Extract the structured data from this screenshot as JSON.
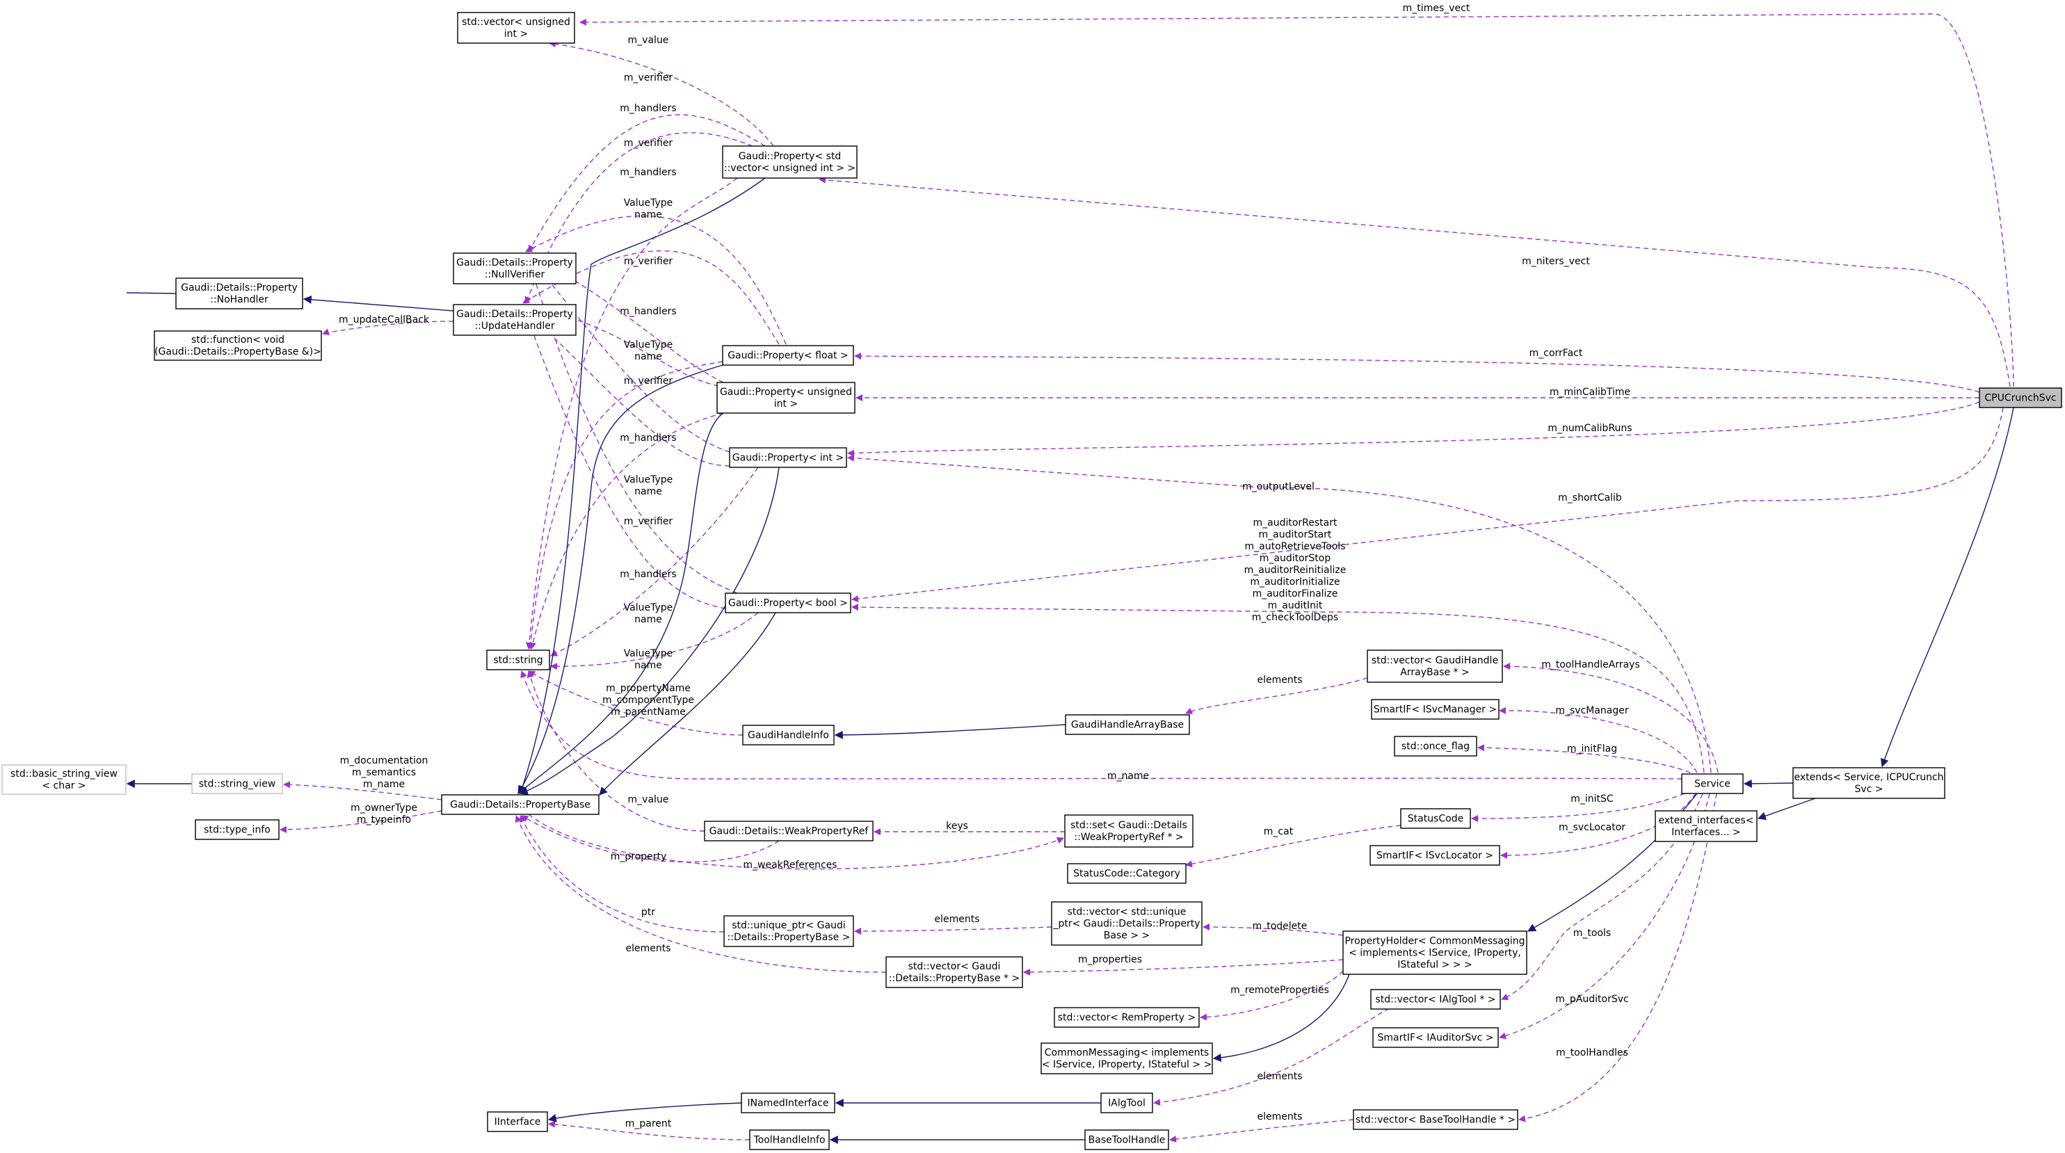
{
  "nodes": {
    "vec_uint": [
      "std::vector< unsigned",
      "int >"
    ],
    "prop_vec_uint": [
      "Gaudi::Property< std",
      "::vector< unsigned int > >"
    ],
    "null_verifier": [
      "Gaudi::Details::Property",
      "::NullVerifier"
    ],
    "nohandler": [
      "Gaudi::Details::Property",
      "::NoHandler"
    ],
    "update_handler": [
      "Gaudi::Details::Property",
      "::UpdateHandler"
    ],
    "std_function": [
      "std::function< void",
      "(Gaudi::Details::PropertyBase &)>"
    ],
    "prop_float": [
      "Gaudi::Property< float >"
    ],
    "prop_unsigned": [
      "Gaudi::Property< unsigned",
      "int >"
    ],
    "prop_int": [
      "Gaudi::Property< int >"
    ],
    "prop_bool": [
      "Gaudi::Property< bool >"
    ],
    "std_string": [
      "std::string"
    ],
    "basic_string_view": [
      "std::basic_string_view",
      "< char >"
    ],
    "string_view": [
      "std::string_view"
    ],
    "type_info": [
      "std::type_info"
    ],
    "property_base": [
      "Gaudi::Details::PropertyBase"
    ],
    "gaudi_handle_info": [
      "GaudiHandleInfo"
    ],
    "gaudi_handle_array_base": [
      "GaudiHandleArrayBase"
    ],
    "vec_gaudi_handle": [
      "std::vector< GaudiHandle",
      "ArrayBase * >"
    ],
    "smartif_svcmgr": [
      "SmartIF< ISvcManager >"
    ],
    "once_flag": [
      "std::once_flag"
    ],
    "weak_property_ref": [
      "Gaudi::Details::WeakPropertyRef"
    ],
    "set_weak": [
      "std::set< Gaudi::Details",
      "::WeakPropertyRef * >"
    ],
    "status_code": [
      "StatusCode"
    ],
    "status_code_category": [
      "StatusCode::Category"
    ],
    "smartif_svclocator": [
      "SmartIF< ISvcLocator >"
    ],
    "unique_ptr": [
      "std::unique_ptr< Gaudi",
      "::Details::PropertyBase >"
    ],
    "vec_unique_ptr": [
      "std::vector< std::unique",
      "_ptr< Gaudi::Details::Property",
      "Base > >"
    ],
    "vec_propbase_ptr": [
      "std::vector< Gaudi",
      "::Details::PropertyBase * >"
    ],
    "property_holder": [
      "PropertyHolder< CommonMessaging",
      "< implements< IService, IProperty,",
      "IStateful > > >"
    ],
    "vec_remproperty": [
      "std::vector< RemProperty >"
    ],
    "common_messaging": [
      "CommonMessaging< implements",
      "< IService, IProperty, IStateful > >"
    ],
    "vec_ialgtool": [
      "std::vector< IAlgTool * >"
    ],
    "smartif_auditor": [
      "SmartIF< IAuditorSvc >"
    ],
    "iinterface": [
      "IInterface"
    ],
    "inamed_interface": [
      "INamedInterface"
    ],
    "ialgtool": [
      "IAlgTool"
    ],
    "tool_handle_info": [
      "ToolHandleInfo"
    ],
    "base_tool_handle": [
      "BaseToolHandle"
    ],
    "vec_base_tool_handle": [
      "std::vector< BaseToolHandle * >"
    ],
    "service": [
      "Service"
    ],
    "extends": [
      "extends< Service, ICPUCrunch",
      "Svc >"
    ],
    "extend_interfaces": [
      "extend_interfaces<",
      "Interfaces... >"
    ],
    "cpucrunch": [
      "CPUCrunchSvc"
    ]
  },
  "edge_labels": {
    "m_times_vect": [
      "m_times_vect"
    ],
    "m_value": [
      "m_value"
    ],
    "vu_verifier": [
      "m_verifier"
    ],
    "vu_handlers": [
      "m_handlers"
    ],
    "f_verifier": [
      "m_verifier"
    ],
    "f_handlers": [
      "m_handlers"
    ],
    "vu_valuetype": [
      "ValueType",
      "name"
    ],
    "m_niters_vect": [
      "m_niters_vect"
    ],
    "un_verifier": [
      "m_verifier"
    ],
    "un_handlers": [
      "m_handlers"
    ],
    "m_updateCallBack": [
      "m_updateCallBack"
    ],
    "f_valuetype": [
      "ValueType",
      "name"
    ],
    "m_corrFact": [
      "m_corrFact"
    ],
    "i_verifier": [
      "m_verifier"
    ],
    "m_minCalibTime": [
      "m_minCalibTime"
    ],
    "i_handlers": [
      "m_handlers"
    ],
    "m_numCalibRuns": [
      "m_numCalibRuns"
    ],
    "un_valuetype": [
      "ValueType",
      "name"
    ],
    "m_outputLevel": [
      "m_outputLevel"
    ],
    "m_shortCalib": [
      "m_shortCalib"
    ],
    "b_verifier": [
      "m_verifier"
    ],
    "b_handlers": [
      "m_handlers"
    ],
    "bool_flags": [
      "m_auditorRestart",
      "m_auditorStart",
      "m_autoRetrieveTools",
      "m_auditorStop",
      "m_auditorReinitialize",
      "m_auditorInitialize",
      "m_auditorFinalize",
      "m_auditInit",
      "m_checkToolDeps"
    ],
    "i_valuetype": [
      "ValueType",
      "name"
    ],
    "b_valuetype": [
      "ValueType",
      "name"
    ],
    "m_toolHandleArrays": [
      "m_toolHandleArrays"
    ],
    "ghi_names": [
      "m_propertyName",
      "m_componentType",
      "m_parentName"
    ],
    "elements_gha": [
      "elements"
    ],
    "m_svcManager": [
      "m_svcManager"
    ],
    "m_initFlag": [
      "m_initFlag"
    ],
    "pb_strings": [
      "m_documentation",
      "m_semantics",
      "m_name"
    ],
    "m_name": [
      "m_name"
    ],
    "m_initSC": [
      "m_initSC"
    ],
    "wpr_value": [
      "m_value"
    ],
    "keys": [
      "keys"
    ],
    "m_cat": [
      "m_cat"
    ],
    "m_svcLocator": [
      "m_svcLocator"
    ],
    "m_ownerType": [
      "m_ownerType",
      "m_typeinfo"
    ],
    "m_property": [
      "m_property"
    ],
    "m_weakReferences": [
      "m_weakReferences"
    ],
    "ptr": [
      "ptr"
    ],
    "elements_uptr": [
      "elements"
    ],
    "m_todelete": [
      "m_todelete"
    ],
    "m_tools": [
      "m_tools"
    ],
    "elements_pb": [
      "elements"
    ],
    "m_properties": [
      "m_properties"
    ],
    "m_remoteProperties": [
      "m_remoteProperties"
    ],
    "m_pAuditorSvc": [
      "m_pAuditorSvc"
    ],
    "m_toolHandles": [
      "m_toolHandles"
    ],
    "elements_ialg": [
      "elements"
    ],
    "m_parent": [
      "m_parent"
    ],
    "elements_bth": [
      "elements"
    ]
  },
  "colors": {
    "usage_edge": "#9a32cd",
    "inheritance_edge": "#191970",
    "focus_node_fill": "#bfbfbf",
    "external_node_border": "#bfbfbf"
  }
}
